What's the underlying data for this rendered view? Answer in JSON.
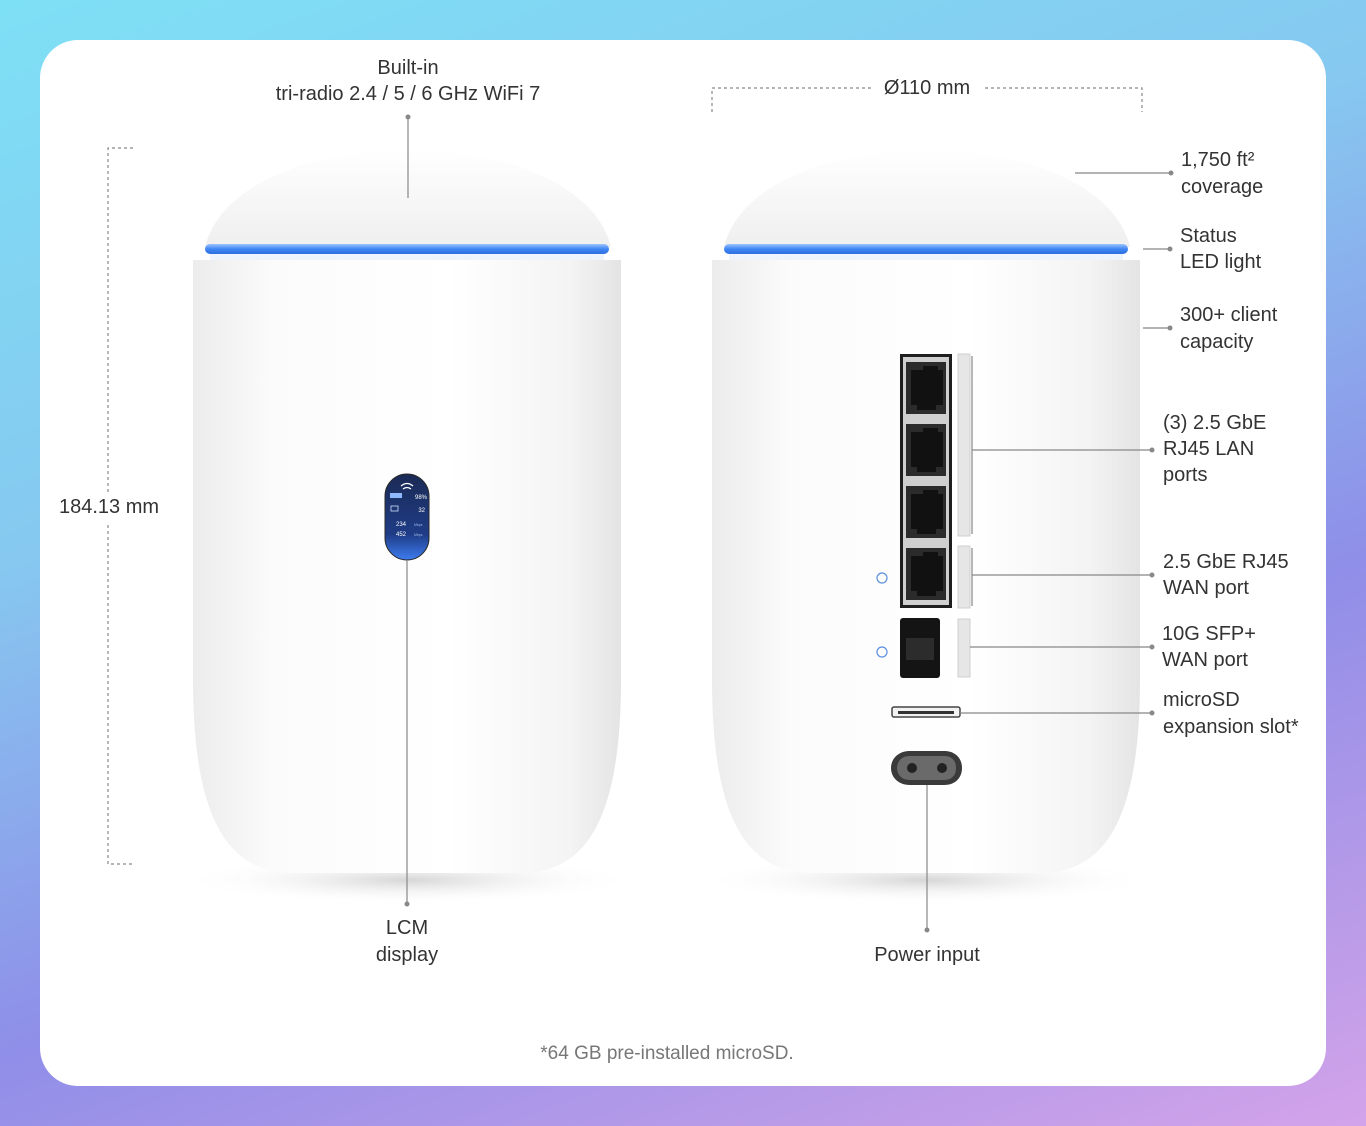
{
  "colors": {
    "led": "#3f86f4",
    "body": "#fafafa",
    "line": "#888888",
    "page_background_top": "#7ee0f5",
    "page_background_bottom": "#b69ae8"
  },
  "annotations": {
    "top_radio": [
      "Built-in",
      "tri-radio 2.4 / 5 / 6 GHz WiFi 7"
    ],
    "diameter": "Ø110 mm",
    "height": "184.13 mm",
    "coverage": [
      "1,750 ft²",
      "coverage"
    ],
    "status_led": [
      "Status",
      "LED light"
    ],
    "client_capacity": [
      "300+ client",
      "capacity"
    ],
    "lan_ports": [
      "(3) 2.5 GbE",
      "RJ45 LAN",
      "ports"
    ],
    "wan_rj45": [
      "2.5 GbE RJ45",
      "WAN port"
    ],
    "wan_sfp": [
      "10G SFP+",
      "WAN port"
    ],
    "microsd": [
      "microSD",
      "expansion slot*"
    ],
    "lcm": [
      "LCM",
      "display"
    ],
    "power": "Power input"
  },
  "lcm_screen": {
    "signal": "98%",
    "clients": "32",
    "down": "234",
    "up": "452",
    "unit": "Mbps"
  },
  "footnote": "*64 GB pre-installed microSD."
}
